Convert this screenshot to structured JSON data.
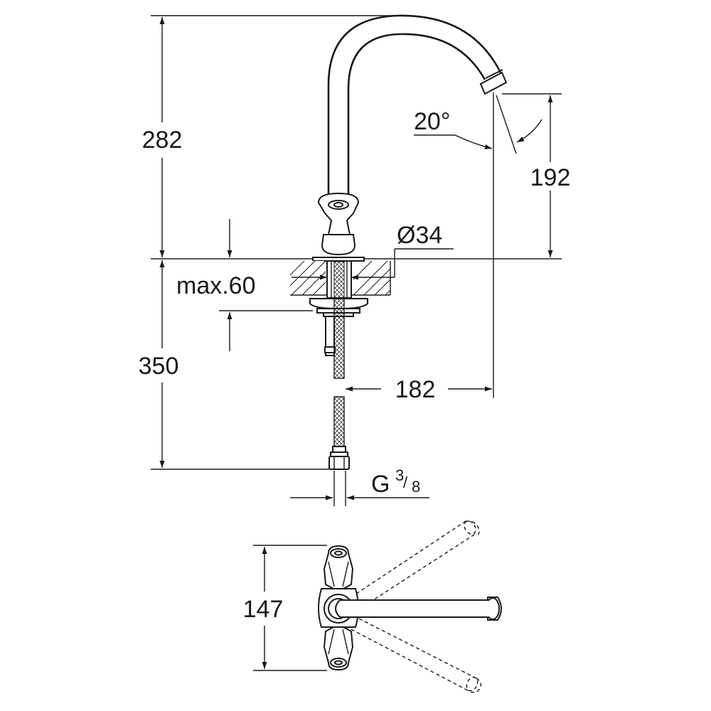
{
  "dimensions": {
    "overall_height": "282",
    "spout_outlet_height": "192",
    "angle": "20°",
    "hole_diameter": "Ø34",
    "max_thickness": "max.60",
    "hose_length": "350",
    "spout_reach": "182",
    "connection_thread_main": "G",
    "connection_thread_num": "3",
    "connection_thread_den": "8",
    "handle_width": "147"
  }
}
